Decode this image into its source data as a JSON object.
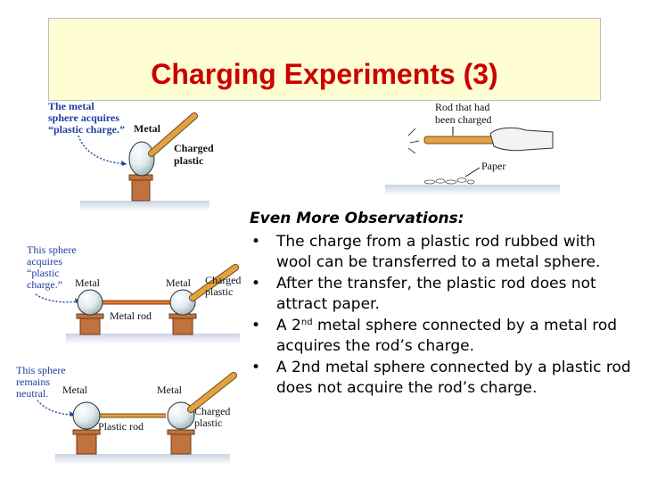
{
  "slide": {
    "title": "Charging Experiments (3)",
    "observations_heading": "Even More Observations:",
    "bullets": [
      {
        "text": "The charge from a plastic rod rubbed with wool can be transferred to a metal sphere."
      },
      {
        "text": "After the transfer, the plastic rod does not attract paper."
      },
      {
        "pre": "A 2",
        "sup": "nd",
        "post": " metal sphere connected by a metal rod acquires the rod’s charge."
      },
      {
        "text": "A 2nd metal sphere connected by a plastic rod does not acquire the rod’s charge."
      }
    ]
  },
  "figure1": {
    "callout": [
      "The metal",
      "sphere acquires",
      "“plastic charge.”"
    ],
    "metal_label": "Metal",
    "plastic_label": [
      "Charged",
      "plastic"
    ]
  },
  "figure2": {
    "rod_label": [
      "Rod that had",
      "been charged"
    ],
    "paper_label": "Paper"
  },
  "figure3": {
    "callout": [
      "This sphere",
      "acquires",
      "“plastic",
      "charge.”"
    ],
    "left_metal": "Metal",
    "right_metal": "Metal",
    "connector_label": "Metal rod",
    "plastic_label": [
      "Charged",
      "plastic"
    ]
  },
  "figure4": {
    "callout": [
      "This sphere",
      "remains",
      "neutral."
    ],
    "left_metal": "Metal",
    "right_metal": "Metal",
    "connector_label": "Plastic rod",
    "plastic_label": [
      "Charged",
      "plastic"
    ]
  },
  "colors": {
    "title": "#cc0000",
    "title_box": "#fefed2",
    "callout_text": "#1f3f9f",
    "plastic_rod": "#e3a23e",
    "stand": "#c2723c",
    "metal_rod": "#e07828"
  }
}
